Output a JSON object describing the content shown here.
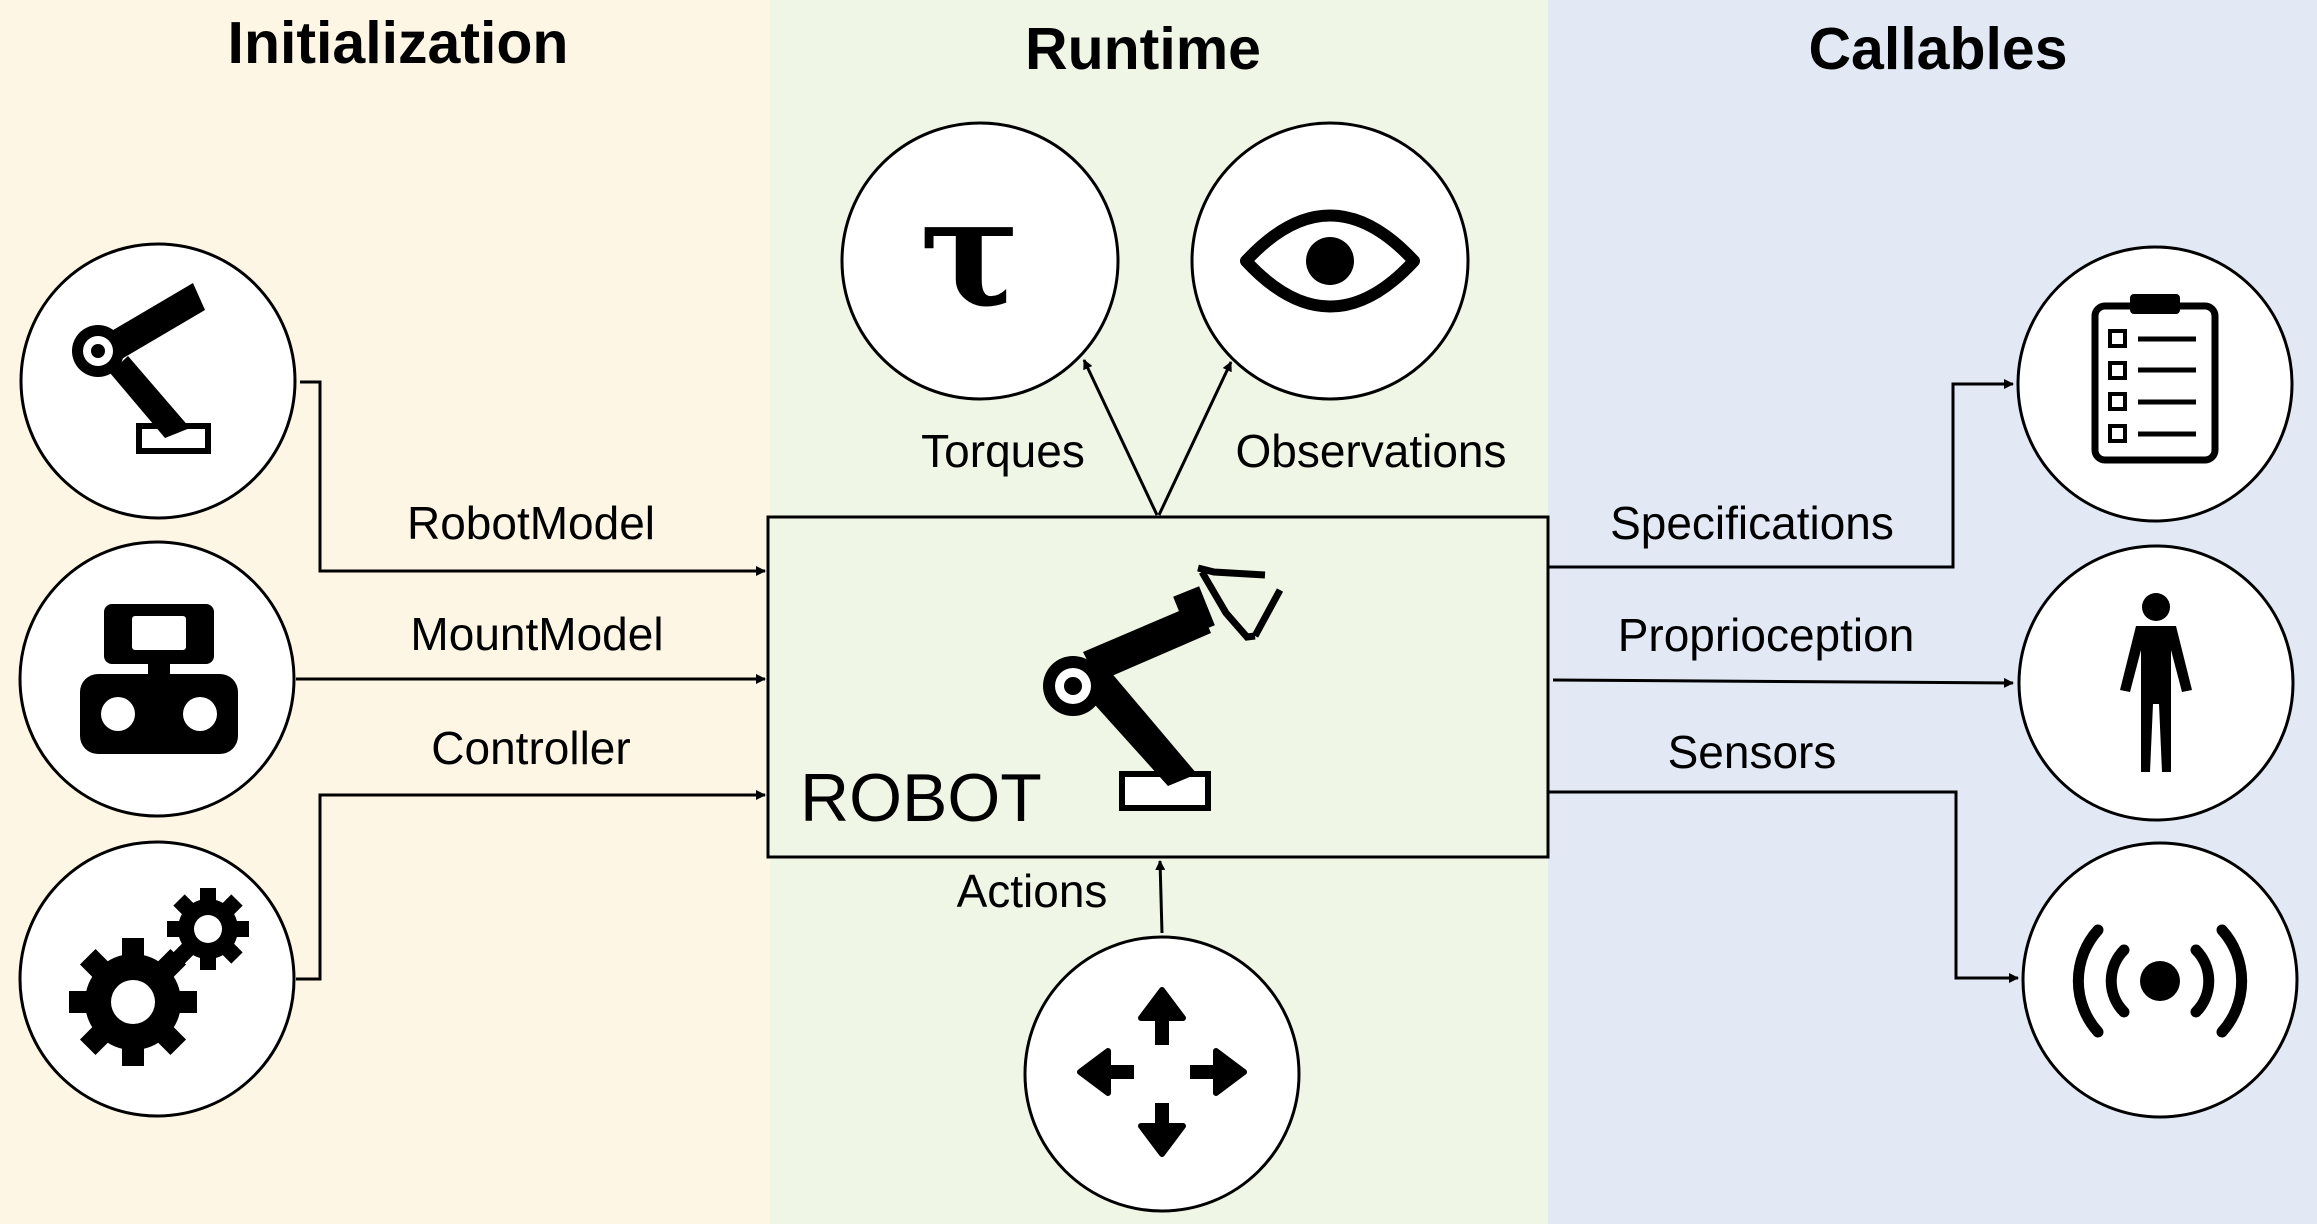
{
  "colors": {
    "initialization_bg": "#fdf6e5",
    "runtime_bg": "#f0f6e6",
    "callables_bg": "#e2e9f5",
    "ink": "#000000"
  },
  "sections": {
    "initialization": "Initialization",
    "runtime": "Runtime",
    "callables": "Callables"
  },
  "robot_label": "ROBOT",
  "inputs": {
    "robot_model": "RobotModel",
    "mount_model": "MountModel",
    "controller": "Controller",
    "actions": "Actions"
  },
  "outputs": {
    "torques": "Torques",
    "observations": "Observations",
    "specifications": "Specifications",
    "proprioception": "Proprioception",
    "sensors": "Sensors"
  },
  "icons": {
    "robot_model": "robot-arm-icon",
    "mount_model": "mount-base-icon",
    "controller": "gears-icon",
    "actions": "move-arrows-icon",
    "torques": "tau-icon",
    "observations": "eye-icon",
    "specifications": "clipboard-checklist-icon",
    "proprioception": "person-icon",
    "sensors": "signal-broadcast-icon",
    "robot": "robot-arm-gripper-icon"
  },
  "tau_symbol": "τ"
}
